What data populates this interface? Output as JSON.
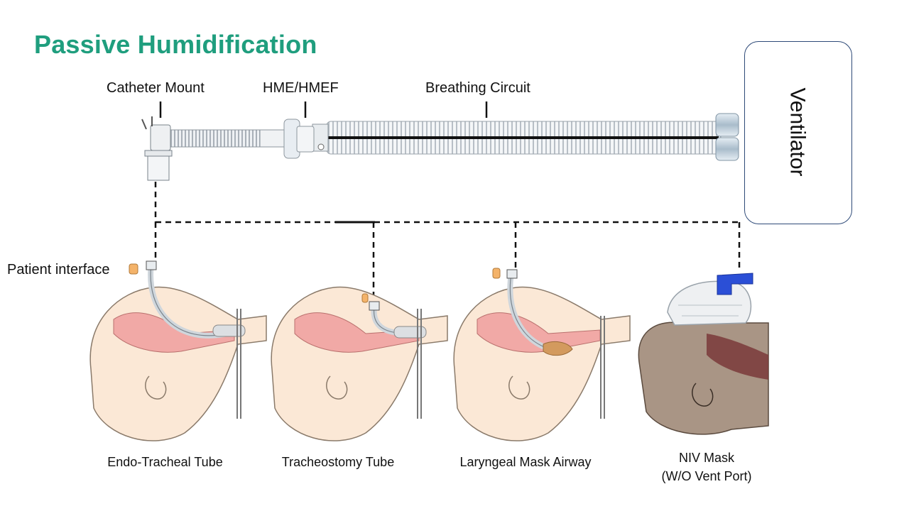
{
  "title": "Passive Humidification",
  "components": {
    "catheter_mount": "Catheter Mount",
    "hme": "HME/HMEF",
    "breathing_circuit": "Breathing Circuit",
    "ventilator": "Ventilator",
    "patient_interface": "Patient interface"
  },
  "interfaces": [
    {
      "label": "Endo-Tracheal Tube"
    },
    {
      "label": "Tracheostomy Tube"
    },
    {
      "label": "Laryngeal Mask Airway"
    },
    {
      "label": "NIV Mask",
      "sublabel": "(W/O Vent Port)"
    }
  ],
  "colors": {
    "title": "#1f9e7e",
    "ventilator_border": "#2e4a78",
    "skin": "#fbe8d6",
    "tissue": "#f1a9a6",
    "niv_skin": "#a99585",
    "mask_blue": "#2b4fd6"
  }
}
